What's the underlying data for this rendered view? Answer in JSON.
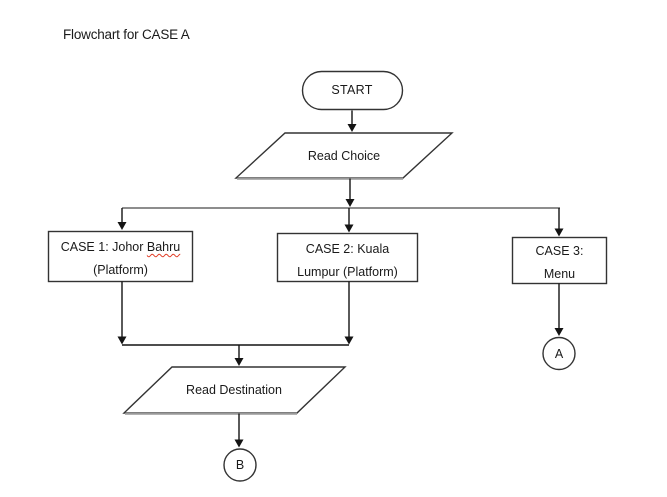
{
  "page": {
    "title": "Flowchart for CASE A"
  },
  "colors": {
    "background": "#ffffff",
    "text": "#1a1a1a",
    "shape_stroke": "#333333",
    "connector": "#141414",
    "branch_line": "#7d7d7d",
    "shadow": "#999999",
    "misspell_underline": "#e03b24"
  },
  "nodes": {
    "start": {
      "type": "terminator",
      "label": "START"
    },
    "read_choice": {
      "type": "input-parallelogram",
      "label": "Read Choice"
    },
    "case1": {
      "type": "process",
      "line1_prefix": "CASE 1: Johor ",
      "line1_misspelled": "Bahru",
      "line2": "(Platform)"
    },
    "case2": {
      "type": "process",
      "line1": "CASE 2: Kuala",
      "line2": "Lumpur (Platform)"
    },
    "case3": {
      "type": "process",
      "line1": "CASE 3:",
      "line2": "Menu"
    },
    "read_destination": {
      "type": "input-parallelogram",
      "label": "Read Destination"
    },
    "connector_a": {
      "type": "offpage-connector",
      "label": "A"
    },
    "connector_b": {
      "type": "offpage-connector",
      "label": "B"
    }
  },
  "edges": [
    {
      "from": "start",
      "to": "read_choice"
    },
    {
      "from": "read_choice",
      "to": "case-branch"
    },
    {
      "from": "case-branch",
      "to": "case1"
    },
    {
      "from": "case-branch",
      "to": "case2"
    },
    {
      "from": "case-branch",
      "to": "case3"
    },
    {
      "from": "case1",
      "to": "merge"
    },
    {
      "from": "case2",
      "to": "merge"
    },
    {
      "from": "merge",
      "to": "read_destination"
    },
    {
      "from": "read_destination",
      "to": "connector_b"
    },
    {
      "from": "case3",
      "to": "connector_a"
    }
  ]
}
